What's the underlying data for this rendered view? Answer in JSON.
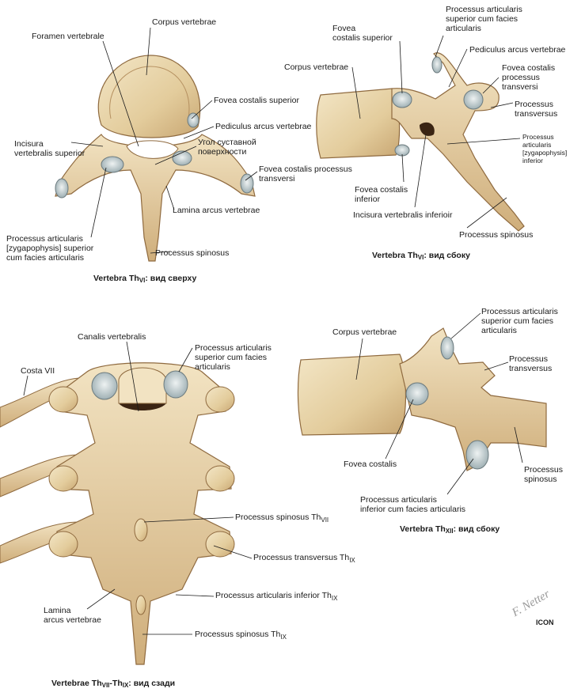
{
  "panels": {
    "top_view": {
      "caption_pre": "Vertebra Th",
      "caption_sub": "VI",
      "caption_post": ": вид сверху",
      "labels": {
        "corpus": "Corpus vertebrae",
        "foramen": "Foramen vertebrale",
        "fovea_costalis_superior": "Fovea costalis superior",
        "pediculus": "Pediculus arcus vertebrae",
        "incisura_superior": "Incisura\nvertebralis superior",
        "ugol": "Угол суставной\nповерхности",
        "fovea_costalis_processus": "Fovea costalis processus\ntransversi",
        "lamina": "Lamina arcus vertebrae",
        "processus_articularis_superior": "Processus articularis\n[zygapophysis] superior\ncum facies articularis",
        "processus_spinosus": "Processus spinosus"
      }
    },
    "side_view_vi": {
      "caption_pre": "Vertebra Th",
      "caption_sub": "VI",
      "caption_post": ": вид сбоку",
      "labels": {
        "processus_articularis_superior": "Processus articularis\nsuperior cum facies\narticularis",
        "fovea_costalis_superior": "Fovea\ncostalis superior",
        "corpus": "Corpus vertebrae",
        "pediculus": "Pediculus arcus vertebrae",
        "fovea_costalis_processus": "Fovea costalis\nprocessus\ntransversi",
        "processus_transversus": "Processus\ntransversus",
        "processus_articularis_inferior": "Processus\narticularis\n[zygapophysis]\ninferior",
        "fovea_costalis_inferior": "Fovea costalis\ninferior",
        "incisura_inferior": "Incisura vertebralis inferioir",
        "processus_spinosus": "Processus spinosus"
      }
    },
    "posterior_view": {
      "caption_pre1": "Vertebrae Th",
      "caption_sub1": "VII",
      "caption_mid": "-Th",
      "caption_sub2": "IX",
      "caption_post": ": вид сзади",
      "labels": {
        "canalis": "Canalis vertebralis",
        "processus_articularis_superior": "Processus articularis\nsuperior cum facies\narticularis",
        "costa": "Costa VII",
        "spinosus_vii_pre": "Processus spinosus Th",
        "spinosus_vii_sub": "VII",
        "transversus_ix_pre": "Processus transversus Th",
        "transversus_ix_sub": "IX",
        "articularis_inferior_ix_pre": "Processus articularis inferior Th",
        "articularis_inferior_ix_sub": "IX",
        "lamina": "Lamina\narcus vertebrae",
        "spinosus_ix_pre": "Processus spinosus Th",
        "spinosus_ix_sub": "IX"
      }
    },
    "side_view_xii": {
      "caption_pre": "Vertebra Th",
      "caption_sub": "XII",
      "caption_post": ": вид сбоку",
      "labels": {
        "processus_articularis_superior": "Processus articularis\nsuperior cum facies\narticularis",
        "corpus": "Corpus vertebrae",
        "processus_transversus": "Processus\ntransversus",
        "fovea_costalis": "Fovea costalis",
        "processus_spinosus": "Processus\nspinosus",
        "processus_articularis_inferior": "Processus articularis\ninferior cum facies articularis"
      }
    }
  },
  "signature": "F. Netter",
  "logo": "ICON",
  "colors": {
    "bone": "#e8d6ae",
    "bone_shade": "#c9a877",
    "bone_dark": "#8f6a3f",
    "cartilage": "#c9d3d6",
    "line": "#1a1a1a"
  }
}
